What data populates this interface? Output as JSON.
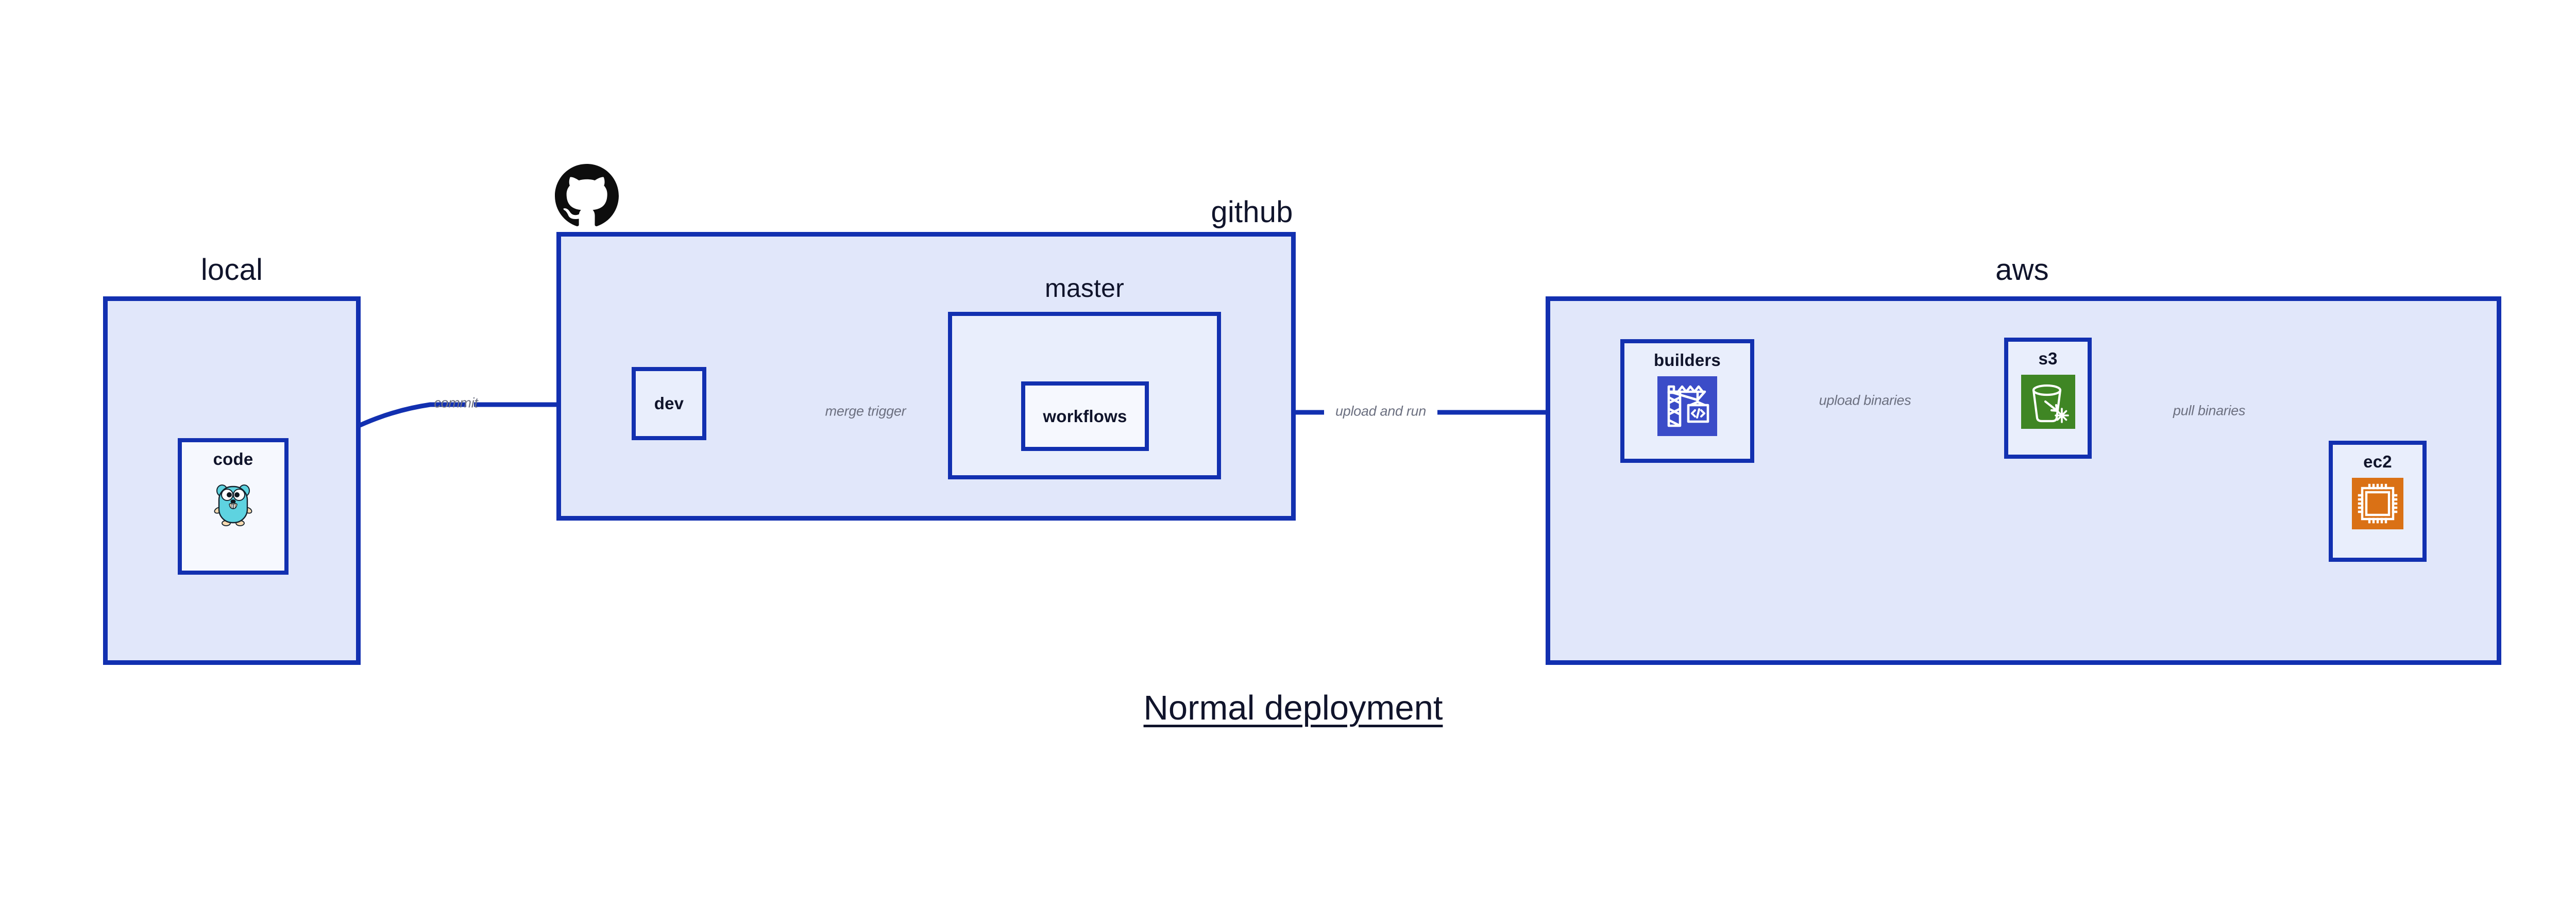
{
  "title": "Normal deployment",
  "colors": {
    "group_fill": "#e1e7fa",
    "node_fill": "#e9eefc",
    "leaf_fill": "#f6f8fe",
    "border": "#1230b0",
    "edge": "#1230b0",
    "edge_label": "#6c7080",
    "text": "#10142b",
    "builders_icon_bg": "#3b4cc8",
    "s3_icon_bg": "#3f8624",
    "ec2_icon_bg": "#da7115",
    "gopher_body": "#5ed3e0",
    "github_logo": "#0d0d0d"
  },
  "groups": [
    {
      "id": "local",
      "label": "local"
    },
    {
      "id": "github",
      "label": "github"
    },
    {
      "id": "aws",
      "label": "aws"
    }
  ],
  "subgroups": [
    {
      "id": "master",
      "label": "master",
      "parent": "github"
    }
  ],
  "nodes": [
    {
      "id": "code",
      "label": "code",
      "parent": "local",
      "icon": "go-gopher-icon"
    },
    {
      "id": "dev",
      "label": "dev",
      "parent": "github",
      "icon": null
    },
    {
      "id": "workflows",
      "label": "workflows",
      "parent": "master",
      "icon": null
    },
    {
      "id": "builders",
      "label": "builders",
      "parent": "aws",
      "icon": "aws-codebuild-crane-icon"
    },
    {
      "id": "s3",
      "label": "s3",
      "parent": "aws",
      "icon": "aws-s3-bucket-icon"
    },
    {
      "id": "ec2",
      "label": "ec2",
      "parent": "aws",
      "icon": "aws-ec2-chip-icon"
    }
  ],
  "edges": [
    {
      "id": "commit",
      "from": "code",
      "to": "dev",
      "label": "commit"
    },
    {
      "id": "merge-trigger",
      "from": "dev",
      "to": "workflows",
      "label": "merge trigger"
    },
    {
      "id": "upload-and-run",
      "from": "workflows",
      "to": "builders",
      "label": "upload and run"
    },
    {
      "id": "upload-binaries",
      "from": "builders",
      "to": "s3",
      "label": "upload binaries"
    },
    {
      "id": "pull-binaries",
      "from": "s3",
      "to": "ec2",
      "label": "pull binaries"
    }
  ],
  "logos": [
    {
      "id": "github-octocat",
      "name": "github-octocat-logo"
    }
  ]
}
